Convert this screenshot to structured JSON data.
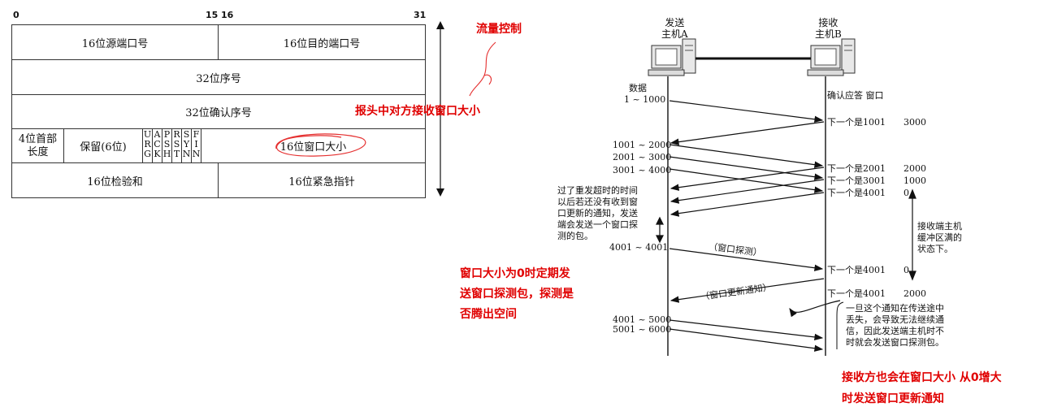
{
  "header": {
    "bits": {
      "b0": "0",
      "b15": "15",
      "b16": "16",
      "b31": "31"
    },
    "rows": {
      "src_port": "16位源端口号",
      "dst_port": "16位目的端口号",
      "seq": "32位序号",
      "ack": "32位确认序号",
      "hdr_len": "4位首部长度",
      "reserved": "保留(6位)",
      "flags": [
        "URG",
        "ACK",
        "PSH",
        "RST",
        "SYN",
        "FIN"
      ],
      "window": "16位窗口大小",
      "checksum": "16位检验和",
      "urgent": "16位紧急指针"
    }
  },
  "notes": {
    "flow_control": "流量控制",
    "header_window": "报头中对方接收窗口大小",
    "zero_window": [
      "窗口大小为0时定期发",
      "送窗口探测包，探测是",
      "否腾出空间"
    ],
    "window_grow": [
      "接收方也会在窗口大小 从0增大",
      "时发送窗口更新通知"
    ]
  },
  "diagram": {
    "host_a": [
      "发送",
      "主机A"
    ],
    "host_b": [
      "接收",
      "主机B"
    ],
    "data_label": "数据",
    "ack_label": "确认应答 窗口",
    "segments": {
      "s1": "1 ~ 1000",
      "s2": "1001 ~ 2000",
      "s3": "2001 ~ 3000",
      "s4": "3001 ~ 4000",
      "s5": "4001 ~ 4001",
      "s6": "4001 ~ 5000",
      "s7": "5001 ~ 6000"
    },
    "acks": [
      {
        "next": "下一个是1001",
        "win": "3000"
      },
      {
        "next": "下一个是2001",
        "win": "2000"
      },
      {
        "next": "下一个是3001",
        "win": "1000"
      },
      {
        "next": "下一个是4001",
        "win": "0"
      },
      {
        "next": "下一个是4001",
        "win": "0"
      },
      {
        "next": "下一个是4001",
        "win": "2000"
      }
    ],
    "timeout_note": [
      "过了重发超时的时间",
      "以后若还没有收到窗",
      "口更新的通知，发送",
      "端会发送一个窗口探",
      "测的包。"
    ],
    "buffer_full": [
      "接收端主机",
      "缓冲区满的",
      "状态下。"
    ],
    "probe": "（窗口探测）",
    "update": "（窗口更新通知）",
    "lost_note": [
      "一旦这个通知在传送途中",
      "丢失，会导致无法继续通",
      "信，因此发送端主机时不",
      "时就会发送窗口探测包。"
    ]
  }
}
